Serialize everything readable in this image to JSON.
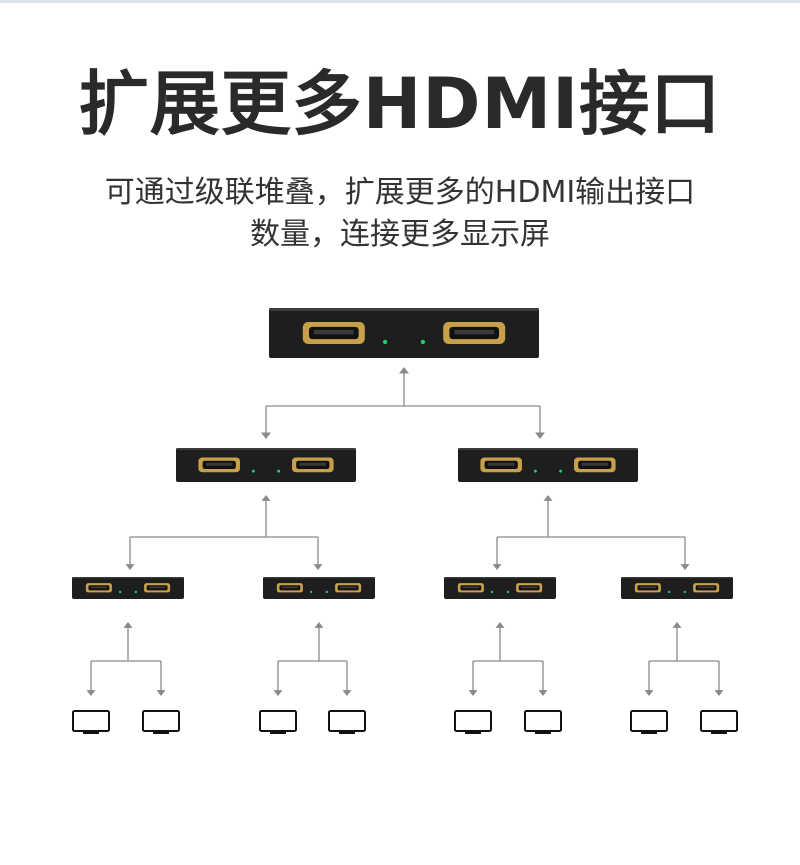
{
  "title": "扩展更多HDMI接口",
  "subtitle": {
    "line1": "可通过级联堆叠，扩展更多的HDMI输出接口",
    "line2": "数量，连接更多显示屏"
  },
  "colors": {
    "device_body": "#1e1e1e",
    "port_gold": "#c8a04a",
    "led_green": "#19d26a",
    "arrow_gray": "#8a8a8a",
    "text": "#333333"
  },
  "icons": {
    "splitter": "hdmi-splitter-icon",
    "hdmi_port": "hdmi-port-icon",
    "monitor": "monitor-icon",
    "arrow": "arrow-head-icon"
  },
  "tree": {
    "levels": 4,
    "splitter_output_ports": 2,
    "display_count": 8
  }
}
